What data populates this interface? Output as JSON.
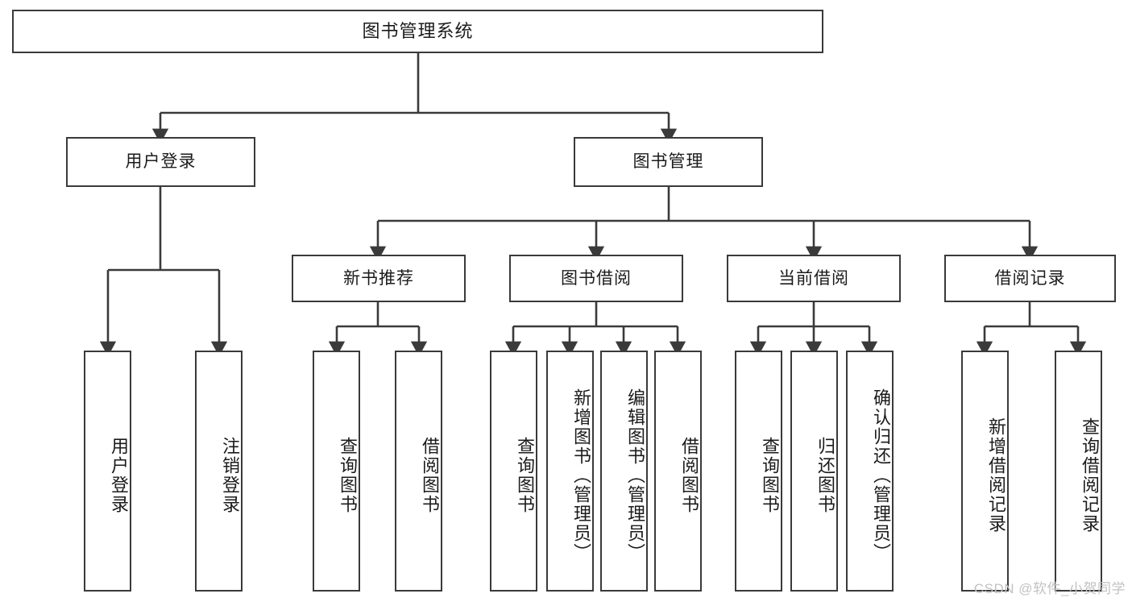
{
  "diagram": {
    "type": "tree-hierarchy",
    "title": "图书管理系统",
    "watermark": "CSDN @软件_小贺同学",
    "colors": {
      "box_border": "#3a3a3a",
      "box_fill": "#ffffff",
      "connector": "#3a3a3a",
      "text": "#1b1b1b",
      "watermark": "#c2c2c2",
      "background": "#ffffff"
    },
    "nodes": {
      "root": {
        "label": "图书管理系统"
      },
      "level2": [
        {
          "id": "user-login",
          "label": "用户登录"
        },
        {
          "id": "book-management",
          "label": "图书管理"
        }
      ],
      "level3": [
        {
          "id": "new-book-recommend",
          "label": "新书推荐"
        },
        {
          "id": "book-borrow",
          "label": "图书借阅"
        },
        {
          "id": "current-borrow",
          "label": "当前借阅"
        },
        {
          "id": "borrow-record",
          "label": "借阅记录"
        }
      ],
      "leaves": {
        "user_login": [
          {
            "id": "leaf-user-login",
            "label": "用户登录"
          },
          {
            "id": "leaf-logout-login",
            "label": "注销登录"
          }
        ],
        "new_book_recommend": [
          {
            "id": "leaf-query-book-1",
            "label": "查询图书"
          },
          {
            "id": "leaf-borrow-book-1",
            "label": "借阅图书"
          }
        ],
        "book_borrow": [
          {
            "id": "leaf-query-book-2",
            "label": "查询图书"
          },
          {
            "id": "leaf-add-book",
            "label": "新增图书（管理员）"
          },
          {
            "id": "leaf-edit-book",
            "label": "编辑图书（管理员）"
          },
          {
            "id": "leaf-borrow-book-2",
            "label": "借阅图书"
          }
        ],
        "current_borrow": [
          {
            "id": "leaf-query-book-3",
            "label": "查询图书"
          },
          {
            "id": "leaf-return-book",
            "label": "归还图书"
          },
          {
            "id": "leaf-confirm-return",
            "label": "确认归还（管理员）"
          }
        ],
        "borrow_record": [
          {
            "id": "leaf-add-borrow-record",
            "label": "新增借阅记录"
          },
          {
            "id": "leaf-query-borrow-record",
            "label": "查询借阅记录"
          }
        ]
      }
    }
  }
}
